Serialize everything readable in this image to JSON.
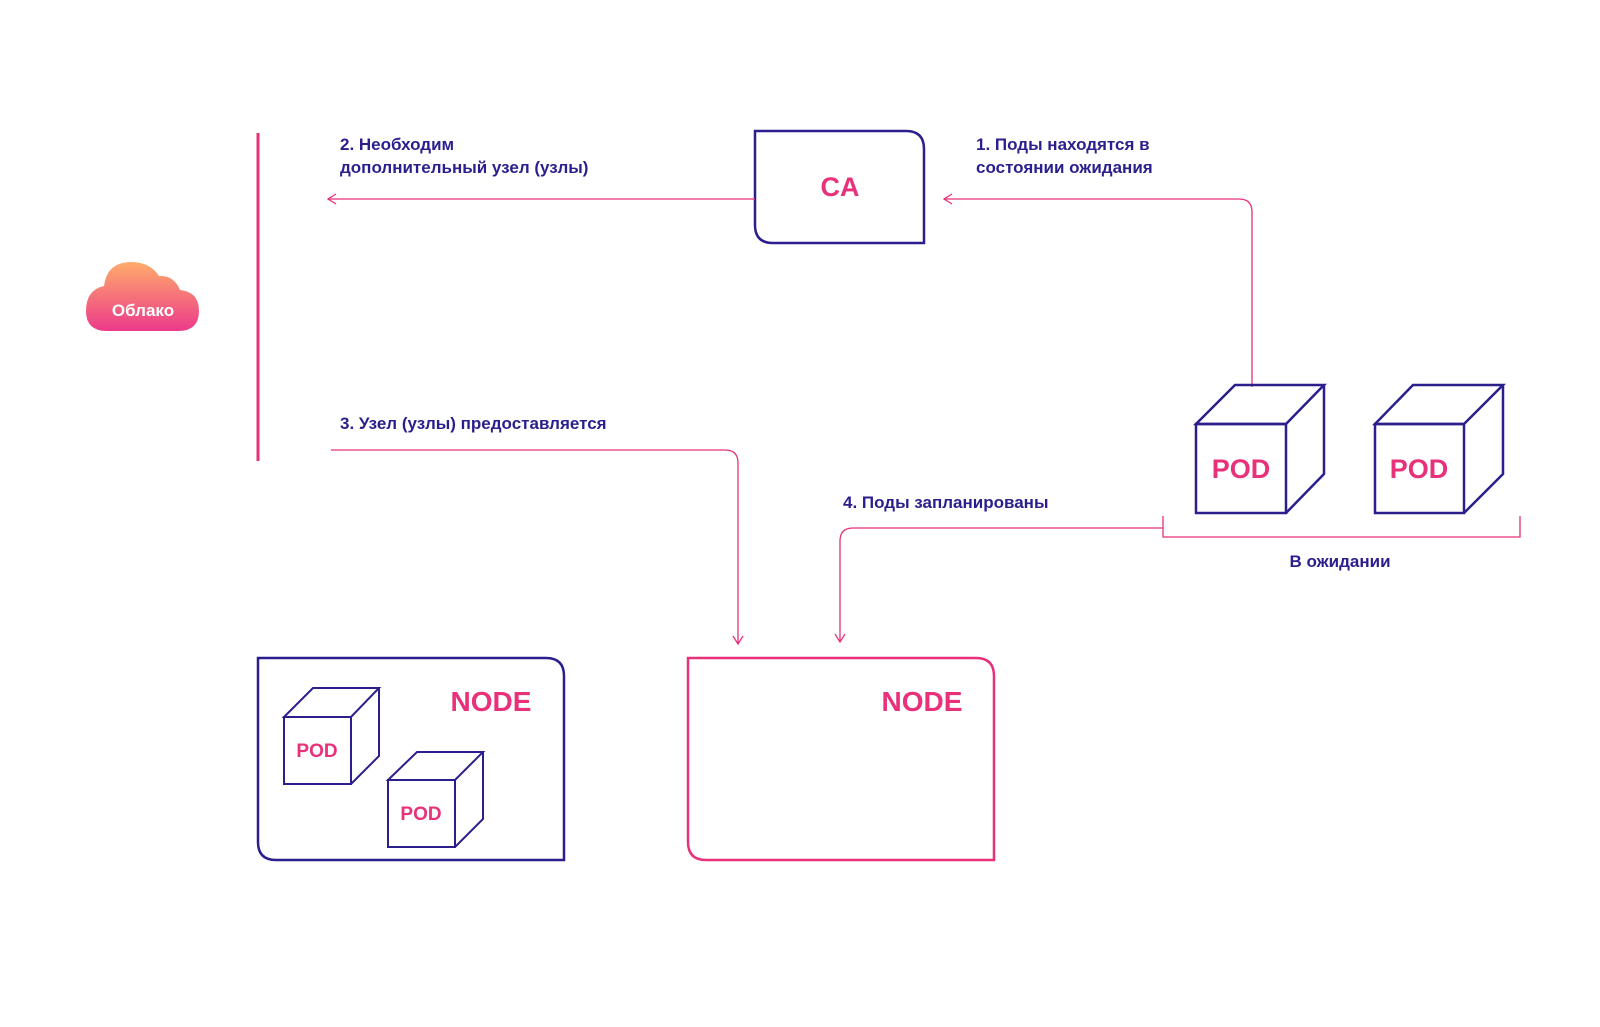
{
  "cloud": {
    "label": "Облако"
  },
  "autoscaler": {
    "label": "CA"
  },
  "steps": {
    "step1_line1": "1. Поды находятся в",
    "step1_line2": "состоянии ожидания",
    "step2_line1": "2. Необходим",
    "step2_line2": "дополнительный узел (узлы)",
    "step3": "3. Узел (узлы) предоставляется",
    "step4": "4. Поды запланированы"
  },
  "pending": {
    "label": "В ожидании",
    "pods": [
      "POD",
      "POD"
    ]
  },
  "nodes": [
    {
      "label": "NODE",
      "pods": [
        "POD",
        "POD"
      ]
    },
    {
      "label": "NODE",
      "pods": []
    }
  ],
  "colors": {
    "navy": "#2a1f8c",
    "pink": "#e8317a",
    "cloud_top": "#ffa56b",
    "cloud_bottom": "#ec3a8a"
  },
  "icons": [
    "cloud-icon",
    "cube-icon",
    "arrow-icon"
  ]
}
